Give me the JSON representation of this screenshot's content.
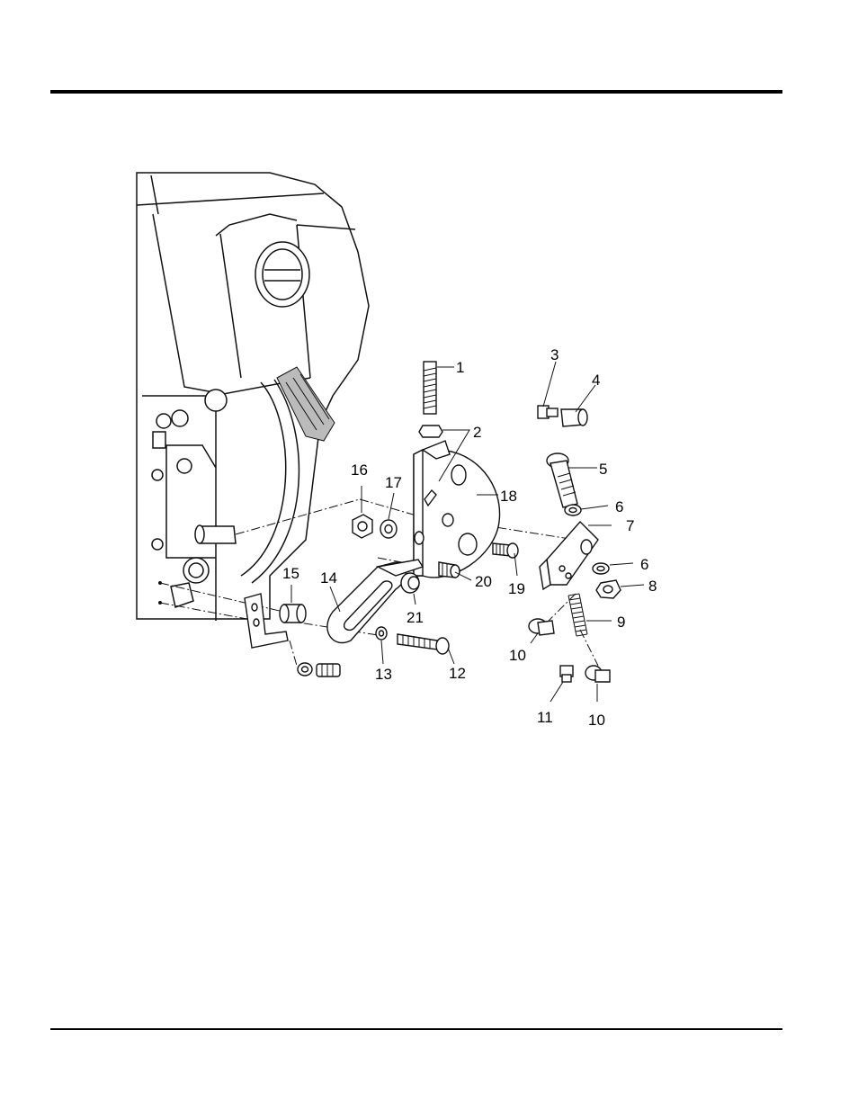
{
  "diagram": {
    "callouts": [
      {
        "id": "1",
        "label": "1"
      },
      {
        "id": "2",
        "label": "2"
      },
      {
        "id": "3",
        "label": "3"
      },
      {
        "id": "4",
        "label": "4"
      },
      {
        "id": "5",
        "label": "5"
      },
      {
        "id": "6a",
        "label": "6"
      },
      {
        "id": "6b",
        "label": "6"
      },
      {
        "id": "7",
        "label": "7"
      },
      {
        "id": "8",
        "label": "8"
      },
      {
        "id": "9",
        "label": "9"
      },
      {
        "id": "10a",
        "label": "10"
      },
      {
        "id": "10b",
        "label": "10"
      },
      {
        "id": "11",
        "label": "11"
      },
      {
        "id": "12",
        "label": "12"
      },
      {
        "id": "13",
        "label": "13"
      },
      {
        "id": "14",
        "label": "14"
      },
      {
        "id": "15",
        "label": "15"
      },
      {
        "id": "16",
        "label": "16"
      },
      {
        "id": "17",
        "label": "17"
      },
      {
        "id": "18",
        "label": "18"
      },
      {
        "id": "19",
        "label": "19"
      },
      {
        "id": "20",
        "label": "20"
      },
      {
        "id": "21",
        "label": "21"
      }
    ]
  }
}
